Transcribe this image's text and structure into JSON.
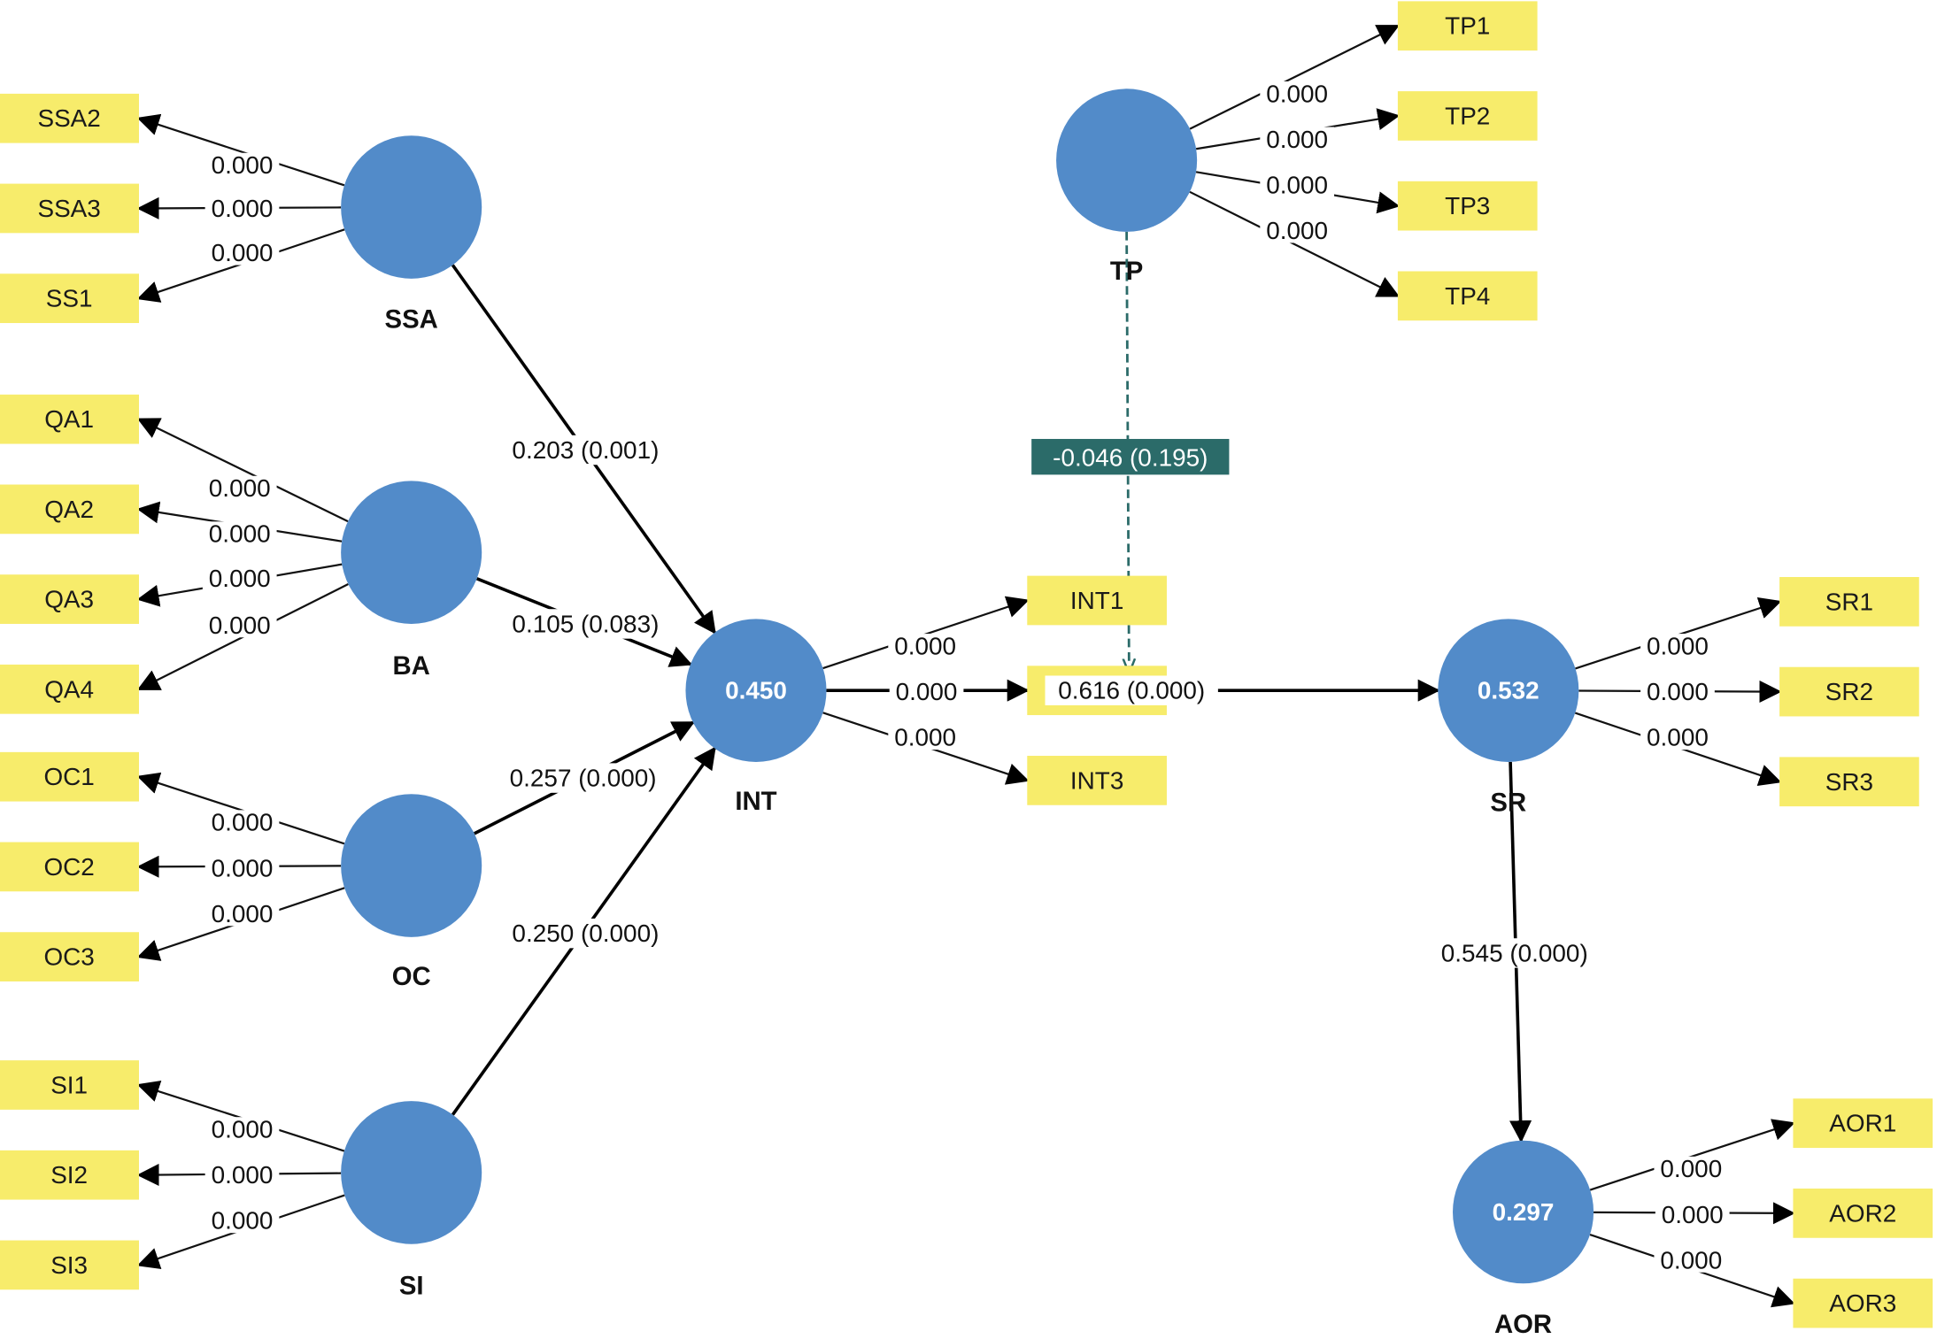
{
  "diagram": {
    "type": "PLS-SEM path model (bootstrapping results)",
    "colors": {
      "latent": "#528bc9",
      "indicator": "#f7ec6b",
      "moderator_label": "#2b6b69",
      "edge": "#000000"
    },
    "latent_variables": [
      {
        "id": "SSA",
        "name": "SSA",
        "value": ""
      },
      {
        "id": "BA",
        "name": "BA",
        "value": ""
      },
      {
        "id": "OC",
        "name": "OC",
        "value": ""
      },
      {
        "id": "SI",
        "name": "SI",
        "value": ""
      },
      {
        "id": "INT",
        "name": "INT",
        "value": "0.450"
      },
      {
        "id": "TP",
        "name": "TP",
        "value": ""
      },
      {
        "id": "SR",
        "name": "SR",
        "value": "0.532"
      },
      {
        "id": "AOR",
        "name": "AOR",
        "value": "0.297"
      }
    ],
    "indicators": [
      {
        "id": "SSA2",
        "latent": "SSA",
        "label": "SSA2",
        "weight": "0.000"
      },
      {
        "id": "SSA3",
        "latent": "SSA",
        "label": "SSA3",
        "weight": "0.000"
      },
      {
        "id": "SS1",
        "latent": "SSA",
        "label": "SS1",
        "weight": "0.000"
      },
      {
        "id": "QA1",
        "latent": "BA",
        "label": "QA1",
        "weight": "0.000"
      },
      {
        "id": "QA2",
        "latent": "BA",
        "label": "QA2",
        "weight": "0.000"
      },
      {
        "id": "QA3",
        "latent": "BA",
        "label": "QA3",
        "weight": "0.000"
      },
      {
        "id": "QA4",
        "latent": "BA",
        "label": "QA4",
        "weight": "0.000"
      },
      {
        "id": "OC1",
        "latent": "OC",
        "label": "OC1",
        "weight": "0.000"
      },
      {
        "id": "OC2",
        "latent": "OC",
        "label": "OC2",
        "weight": "0.000"
      },
      {
        "id": "OC3",
        "latent": "OC",
        "label": "OC3",
        "weight": "0.000"
      },
      {
        "id": "SI1",
        "latent": "SI",
        "label": "SI1",
        "weight": "0.000"
      },
      {
        "id": "SI2",
        "latent": "SI",
        "label": "SI2",
        "weight": "0.000"
      },
      {
        "id": "SI3",
        "latent": "SI",
        "label": "SI3",
        "weight": "0.000"
      },
      {
        "id": "TP1",
        "latent": "TP",
        "label": "TP1",
        "weight": "0.000"
      },
      {
        "id": "TP2",
        "latent": "TP",
        "label": "TP2",
        "weight": "0.000"
      },
      {
        "id": "TP3",
        "latent": "TP",
        "label": "TP3",
        "weight": "0.000"
      },
      {
        "id": "TP4",
        "latent": "TP",
        "label": "TP4",
        "weight": "0.000"
      },
      {
        "id": "INT1",
        "latent": "INT",
        "label": "INT1",
        "weight": "0.000"
      },
      {
        "id": "INT2",
        "latent": "INT",
        "label": "",
        "weight": "0.000"
      },
      {
        "id": "INT3",
        "latent": "INT",
        "label": "INT3",
        "weight": "0.000"
      },
      {
        "id": "SR1",
        "latent": "SR",
        "label": "SR1",
        "weight": "0.000"
      },
      {
        "id": "SR2",
        "latent": "SR",
        "label": "SR2",
        "weight": "0.000"
      },
      {
        "id": "SR3",
        "latent": "SR",
        "label": "SR3",
        "weight": "0.000"
      },
      {
        "id": "AOR1",
        "latent": "AOR",
        "label": "AOR1",
        "weight": "0.000"
      },
      {
        "id": "AOR2",
        "latent": "AOR",
        "label": "AOR2",
        "weight": "0.000"
      },
      {
        "id": "AOR3",
        "latent": "AOR",
        "label": "AOR3",
        "weight": "0.000"
      }
    ],
    "paths": [
      {
        "from": "SSA",
        "to": "INT",
        "label": "0.203 (0.001)"
      },
      {
        "from": "BA",
        "to": "INT",
        "label": "0.105 (0.083)"
      },
      {
        "from": "OC",
        "to": "INT",
        "label": "0.257 (0.000)"
      },
      {
        "from": "SI",
        "to": "INT",
        "label": "0.250 (0.000)"
      },
      {
        "from": "INT",
        "to": "SR",
        "label": "0.616 (0.000)"
      },
      {
        "from": "SR",
        "to": "AOR",
        "label": "0.545 (0.000)"
      }
    ],
    "moderation": {
      "from": "TP",
      "on_path": "INT-SR",
      "label": "-0.046 (0.195)"
    }
  }
}
